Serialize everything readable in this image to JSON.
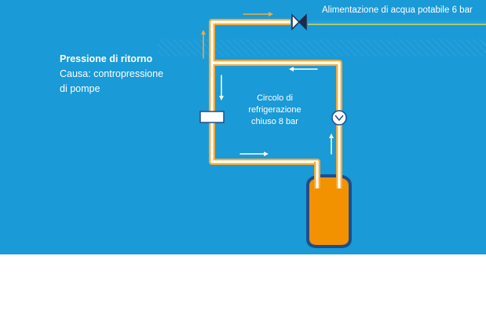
{
  "supply_label": "Alimentazione di acqua potabile 6 bar",
  "return_pressure": {
    "title": "Pressione di ritorno",
    "cause_line1": "Causa: contropressione",
    "cause_line2": "di pompe"
  },
  "circuit_label": {
    "line1": "Circolo di",
    "line2": "refrigerazione",
    "line3": "chiuso 8 bar"
  },
  "colors": {
    "background": "#1a9ad6",
    "pipe_outer": "#f7a93b",
    "pipe_inner": "#fffdf5",
    "tank": "#f39200",
    "tank_outline": "#1e4d8c",
    "arrow_white": "#ffffff",
    "arrow_orange": "#f7a93b",
    "supply_line": "#d6de4a"
  },
  "icons": [
    "valve-icon",
    "pump-icon",
    "check-device-icon",
    "flow-arrow-icon"
  ]
}
